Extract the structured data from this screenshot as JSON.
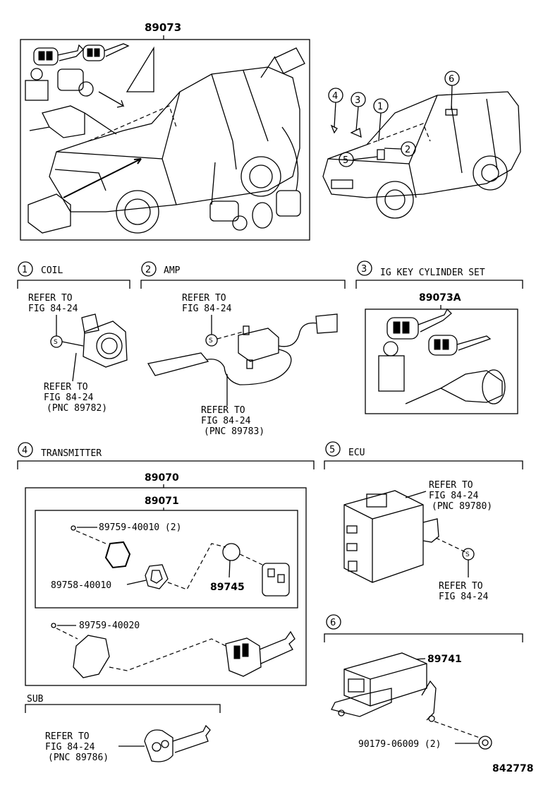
{
  "top_part": "89073",
  "sections": {
    "coil": {
      "num": "1",
      "title": "COIL",
      "ref_top": [
        "REFER TO",
        "FIG 84-24"
      ],
      "ref_bottom": [
        "REFER TO",
        "FIG 84-24",
        "(PNC 89782)"
      ]
    },
    "amp": {
      "num": "2",
      "title": "AMP",
      "ref_top": [
        "REFER TO",
        "FIG 84-24"
      ],
      "ref_bottom": [
        "REFER TO",
        "FIG 84-24",
        "(PNC 89783)"
      ]
    },
    "ig": {
      "num": "3",
      "title": "IG KEY CYLINDER SET",
      "part": "89073A"
    },
    "transmitter": {
      "num": "4",
      "title": "TRANSMITTER",
      "outer_part": "89070",
      "inner_part": "89071",
      "screw1": "89759-40010 (2)",
      "gasket": "89758-40010",
      "battery": "89745",
      "screw2": "89759-40020"
    },
    "ecu": {
      "num": "5",
      "title": "ECU",
      "ref_top": [
        "REFER TO",
        "FIG 84-24",
        "(PNC 89780)"
      ],
      "ref_bottom": [
        "REFER TO",
        "FIG 84-24"
      ]
    },
    "six": {
      "num": "6",
      "part": "89741",
      "bolt": "90179-06009 (2)"
    },
    "sub": {
      "title": "SUB",
      "ref": [
        "REFER TO",
        "FIG 84-24",
        "(PNC 89786)"
      ]
    }
  },
  "car_callouts": [
    "4",
    "3",
    "1",
    "6",
    "5",
    "2"
  ],
  "s_mark": "S",
  "figure_id": "842778"
}
